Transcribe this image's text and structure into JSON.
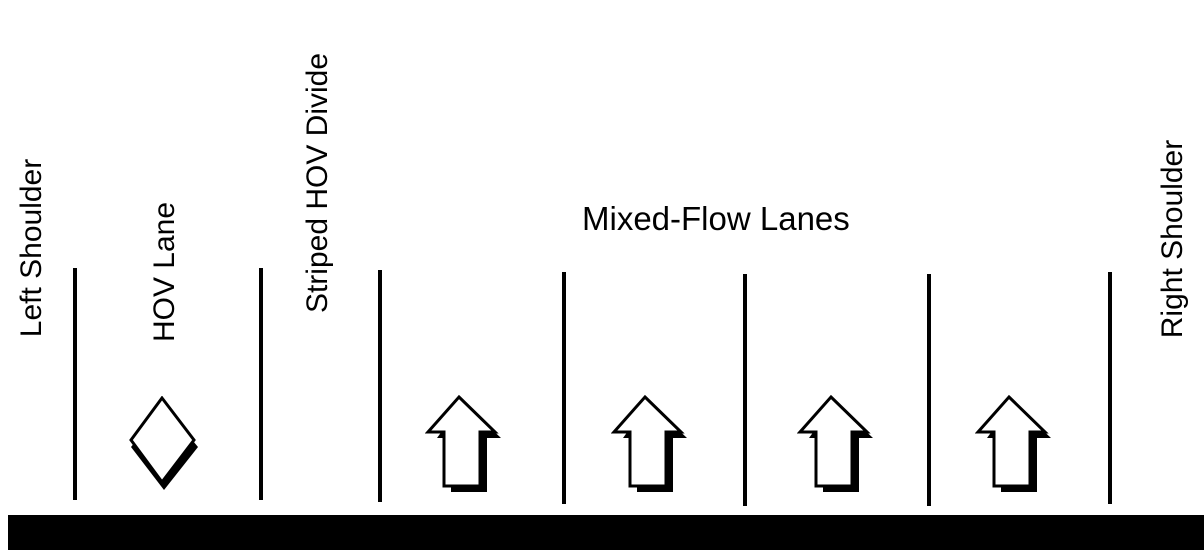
{
  "labels": {
    "left_shoulder": "Left Shoulder",
    "hov_lane": "HOV Lane",
    "striped_hov_divide": "Striped HOV Divide",
    "mixed_flow_lanes": "Mixed-Flow Lanes",
    "right_shoulder": "Right Shoulder"
  },
  "icons": {
    "hov_marker": "diamond-icon",
    "travel_direction": "up-arrow-icon"
  },
  "mixed_flow_lane_count": 4,
  "colors": {
    "lines": "#000000",
    "background": "#ffffff"
  }
}
